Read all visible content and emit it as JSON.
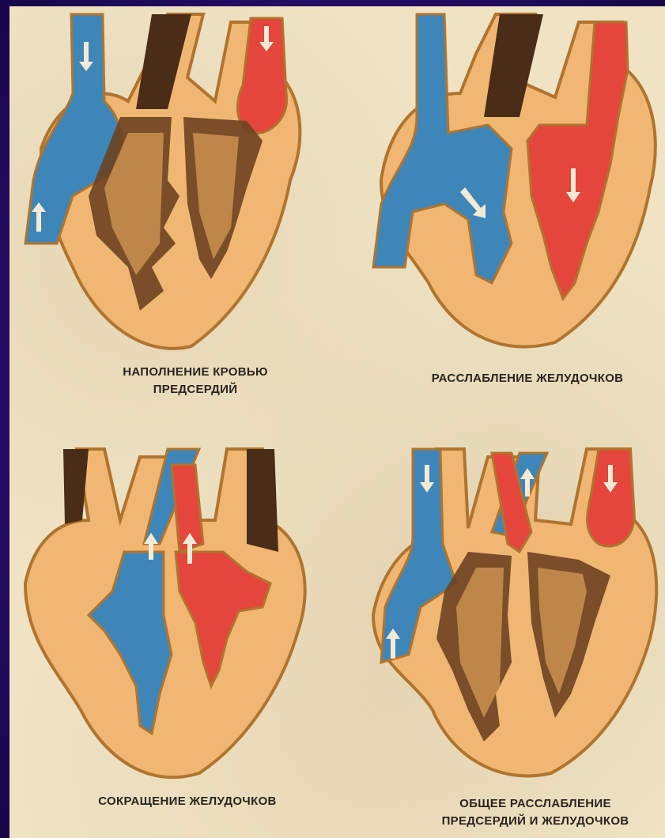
{
  "colors": {
    "background": "#2b0e72",
    "poster": "#efe3c4",
    "heart_tissue": "#f0b773",
    "venous_blood": "#3f86b8",
    "arterial_blood": "#e5463b",
    "cavity_dark": "#4a2d16",
    "outline": "#b0742e"
  },
  "panels": [
    {
      "id": "filling",
      "caption_lines": [
        "НАПОЛНЕНИЕ КРОВЬЮ",
        "ПРЕДСЕРДИЙ"
      ]
    },
    {
      "id": "ventricle-relaxation",
      "caption_lines": [
        "РАССЛАБЛЕНИЕ ЖЕЛУДОЧКОВ"
      ]
    },
    {
      "id": "ventricle-contraction",
      "caption_lines": [
        "СОКРАЩЕНИЕ ЖЕЛУДОЧКОВ"
      ]
    },
    {
      "id": "general-relaxation",
      "caption_lines": [
        "ОБЩЕЕ РАССЛАБЛЕНИЕ",
        "ПРЕДСЕРДИЙ И ЖЕЛУДОЧКОВ"
      ]
    }
  ]
}
